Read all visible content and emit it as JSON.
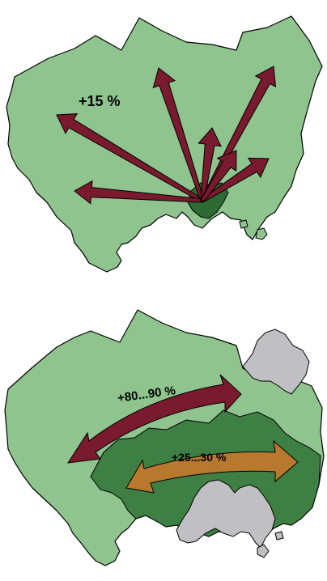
{
  "maps": [
    {
      "id": "top",
      "growth_label": "+15 %",
      "arrow_count": 7,
      "arrow_type": "radial-outward",
      "colors": {
        "land": "#8fc48f",
        "center": "#2e6b34",
        "arrow": "#7a1a2e",
        "outline": "#000000"
      }
    },
    {
      "id": "bottom",
      "labels": [
        "+80...90 %",
        "+25...30 %"
      ],
      "arrow_type": "double-headed",
      "colors": {
        "land": "#8fc48f",
        "inner_zone": "#3e7f43",
        "other_area": "#c0c0c4",
        "arrow_outer": "#7a1a2e",
        "arrow_inner": "#b8782e",
        "outline": "#000000"
      }
    }
  ]
}
